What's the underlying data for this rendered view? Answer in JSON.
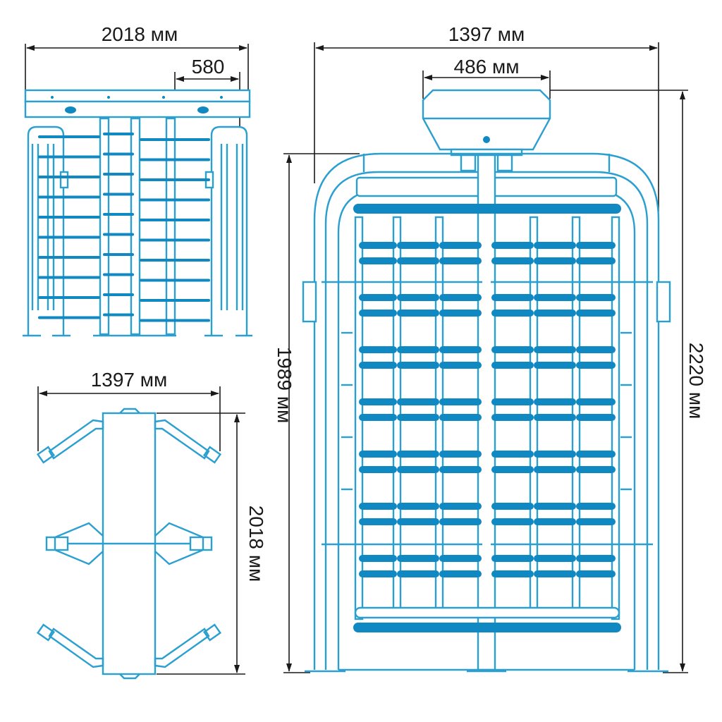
{
  "colors": {
    "outline": "#2a9fd0",
    "bar": "#1089c2",
    "dimension": "#1a1a1a",
    "background": "#ffffff"
  },
  "front_view": {
    "width_label": "2018 мм",
    "module_label": "580"
  },
  "top_view": {
    "width_label": "1397 мм",
    "depth_label": "2018 мм"
  },
  "side_view": {
    "width_label": "1397 мм",
    "head_width_label": "486 мм",
    "frame_height_label": "1989 мм",
    "total_height_label": "2220 мм"
  }
}
